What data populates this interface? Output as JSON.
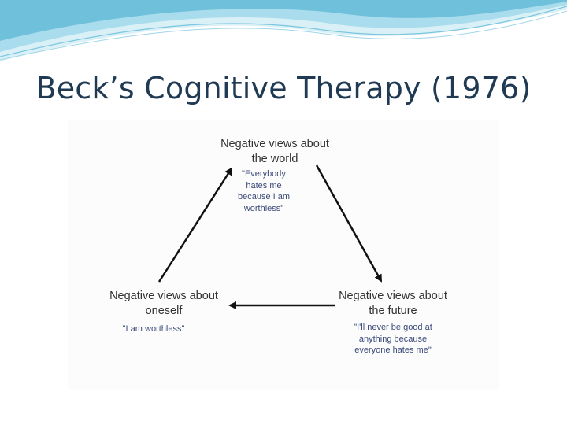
{
  "slide": {
    "title": "Beck’s Cognitive Therapy (1976)"
  },
  "diagram": {
    "nodes": {
      "world": {
        "title": "Negative views about\nthe world",
        "quote": "\"Everybody\nhates me\nbecause I am\nworthless\""
      },
      "future": {
        "title": "Negative views about\nthe future",
        "quote": "\"I'll never be good at\nanything because\neveryone hates me\""
      },
      "oneself": {
        "title": "Negative views about\noneself",
        "quote": "\"I am worthless\""
      }
    },
    "edges": [
      {
        "from": "world",
        "to": "future"
      },
      {
        "from": "future",
        "to": "oneself"
      },
      {
        "from": "oneself",
        "to": "world"
      }
    ]
  },
  "colors": {
    "title": "#1f3a52",
    "wave_light": "#bfe3ee",
    "wave_mid": "#8fcfe2",
    "wave_dark": "#5fb6d3",
    "quote_text": "#3b4a7a",
    "arrow": "#111111"
  }
}
